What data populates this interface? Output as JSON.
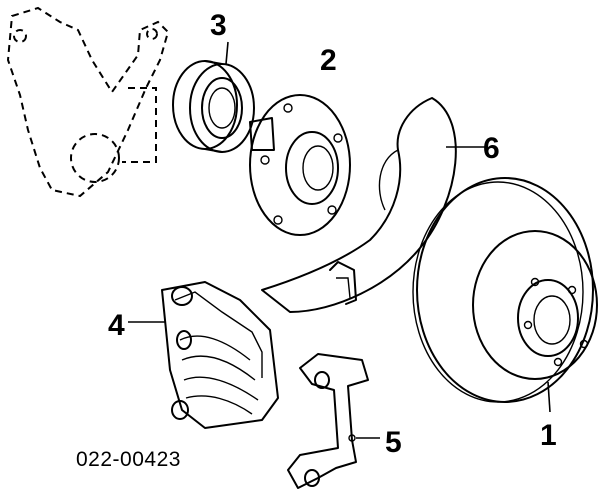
{
  "callouts": {
    "c1": "1",
    "c2": "2",
    "c3": "3",
    "c4": "4",
    "c5": "5",
    "c6": "6"
  },
  "diagram_code": "022-00423"
}
